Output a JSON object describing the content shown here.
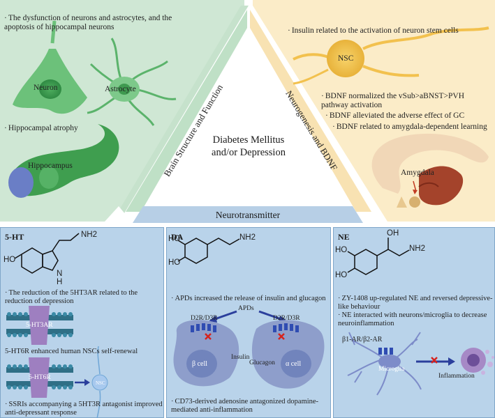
{
  "top": {
    "center_title": "Diabetes Mellitus and/or Depression",
    "left_band": "Brain Structure and Function",
    "right_band": "Neurogenesis and BDNF",
    "bottom_band": "Neurotransmitter",
    "left": {
      "text1": "The dysfunction of neurons and astrocytes, and the apoptosis of hippocampal neurons",
      "neuron": "Neuron",
      "astrocyte": "Astrocyte",
      "text2": "Hippocampal atrophy",
      "hippocampus": "Hippocampus"
    },
    "right": {
      "text1": "Insulin related to the activation of neuron stem cells",
      "nsc": "NSC",
      "bdnf1": "BDNF normalized the vSub>aBNST>PVH pathway activation",
      "bdnf2": "BDNF alleviated the adverse effect of GC",
      "bdnf3": "BDNF related to amygdala-dependent learning",
      "amygdala": "Amygdala"
    }
  },
  "panels": {
    "ht": {
      "title": "5-HT",
      "chem_nh2": "NH2",
      "chem_ho": "HO",
      "chem_nh": "N",
      "chem_h": "H",
      "text1": "The reduction of the 5HT3AR related to the reduction of depression",
      "receptor1": "5-HT3AR",
      "text2": "5-HT6R enhanced human NSCs self-renewal",
      "receptor2": "5-HT6R",
      "nsc": "NSC",
      "text3": "SSRIs accompanying a 5HT3R antagonist improved anti-depressant response"
    },
    "da": {
      "title": "DA",
      "chem_ho1": "HO",
      "chem_ho2": "HO",
      "chem_nh2": "NH2",
      "text1": "APDs increased the release of insulin and glucagon",
      "apds": "APDs",
      "receptor_left": "D2R/D3R",
      "receptor_right": "D2R/D3R",
      "beta": "β cell",
      "alpha": "α cell",
      "insulin": "Insulin",
      "glucagon": "Glucagon",
      "text2": "CD73-derived adenosine antagonized dopamine-mediated anti-inflammation"
    },
    "ne": {
      "title": "NE",
      "chem_oh": "OH",
      "chem_ho1": "HO",
      "chem_ho2": "HO",
      "chem_nh2": "NH2",
      "text1": "ZY-1408 up-regulated NE and reversed depressive-like behaviour",
      "text2": "NE interacted with neurons/microglia to decrease neuroinflammation",
      "receptor": "β1-AR/β2-AR",
      "microglia": "Microglia",
      "inflammation": "Inflammation"
    }
  },
  "colors": {
    "green": "#cfe7d4",
    "yellow": "#fbecc8",
    "blue_band": "#b7cfe6",
    "panel": "#b9d3ea",
    "arrow": "#2b3f9c",
    "cross": "#d6231e"
  },
  "icons": [
    "neuron-icon",
    "astrocyte-icon",
    "hippocampus-icon",
    "nsc-icon",
    "amygdala-icon",
    "receptor-icon",
    "cell-icon",
    "microglia-icon",
    "inflammation-icon",
    "cross-icon",
    "arrow-icon"
  ]
}
